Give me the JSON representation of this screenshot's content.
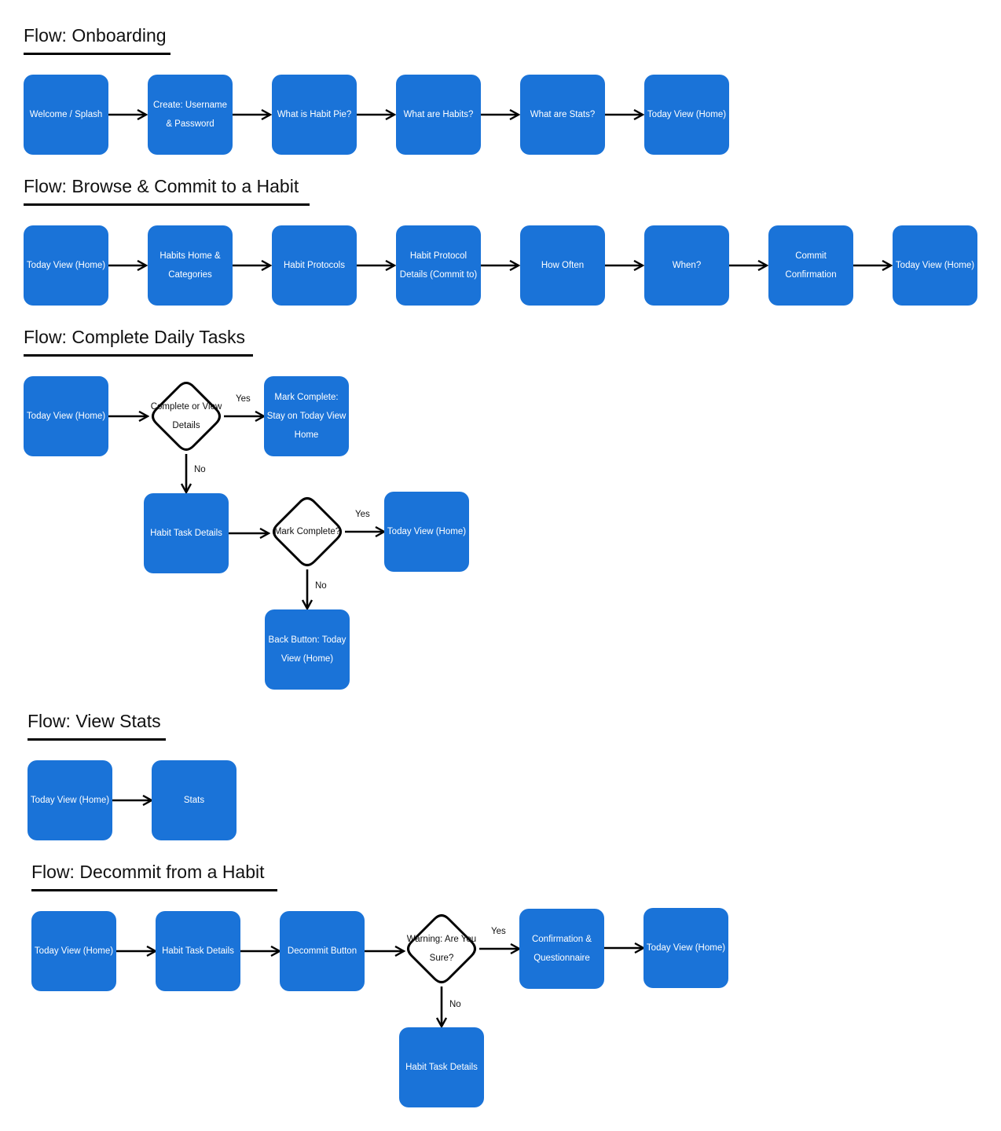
{
  "flows": [
    {
      "title": "Flow: Onboarding",
      "nodes": [
        "Welcome / Splash",
        "Create: Username & Password",
        "What is Habit Pie?",
        "What are Habits?",
        "What are Stats?",
        "Today View (Home)"
      ]
    },
    {
      "title": "Flow: Browse & Commit to a Habit",
      "nodes": [
        "Today View (Home)",
        "Habits Home & Categories",
        "Habit Protocols",
        "Habit Protocol Details (Commit to)",
        "How Often",
        "When?",
        "Commit Confirmation",
        "Today View (Home)"
      ]
    },
    {
      "title": "Flow: Complete Daily Tasks",
      "nodes": [
        "Today View (Home)",
        "Mark Complete: Stay on Today View Home",
        "Habit Task Details",
        "Today View (Home)",
        "Back Button: Today View (Home)"
      ],
      "decisions": [
        "Complete or View Details",
        "Mark Complete?"
      ],
      "edge_labels": [
        "Yes",
        "No",
        "Yes",
        "No"
      ]
    },
    {
      "title": "Flow: View Stats",
      "nodes": [
        "Today View (Home)",
        "Stats"
      ]
    },
    {
      "title": "Flow: Decommit from a Habit",
      "nodes": [
        "Today View (Home)",
        "Habit Task Details",
        "Decommit Button",
        "Confirmation & Questionnaire",
        "Today View (Home)",
        "Habit Task Details"
      ],
      "decisions": [
        "Warning: Are You Sure?"
      ],
      "edge_labels": [
        "Yes",
        "No"
      ]
    }
  ],
  "colors": {
    "node_fill": "#1a73d8",
    "node_text": "#ffffff",
    "line": "#000000",
    "decision_fill": "#ffffff"
  }
}
